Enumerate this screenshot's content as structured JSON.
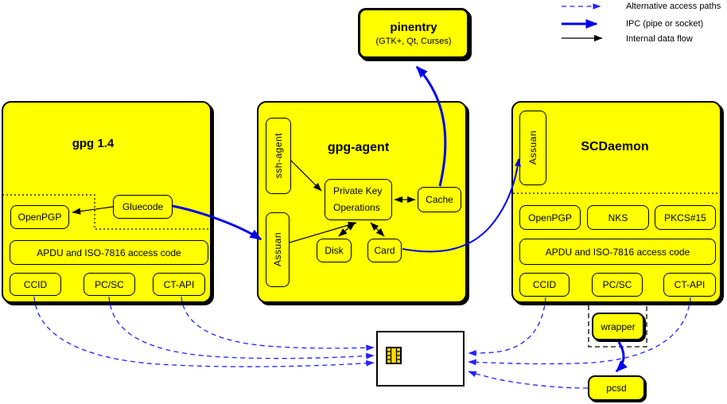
{
  "legend": {
    "alt_label": "Alternative access paths",
    "ipc_label": "IPC (pipe or socket)",
    "internal_label": "Internal data flow"
  },
  "pinentry": {
    "title": "pinentry",
    "subtitle": "(GTK+, Qt, Curses)"
  },
  "gpg14": {
    "title": "gpg 1.4",
    "gluecode": "Gluecode",
    "openpgp": "OpenPGP",
    "apdu": "APDU and ISO-7816 access code",
    "ccid": "CCID",
    "pcsc": "PC/SC",
    "ctapi": "CT-API"
  },
  "agent": {
    "title": "gpg-agent",
    "ssh_agent": "ssh-agent",
    "assuan": "Assuan",
    "private_key_line1": "Private Key",
    "private_key_line2": "Operations",
    "cache": "Cache",
    "disk": "Disk",
    "card": "Card"
  },
  "scd": {
    "title": "SCDaemon",
    "assuan": "Assuan",
    "openpgp": "OpenPGP",
    "nks": "NKS",
    "pkcs15": "PKCS#15",
    "apdu": "APDU and ISO-7816 access code",
    "ccid": "CCID",
    "pcsc": "PC/SC",
    "ctapi": "CT-API"
  },
  "external": {
    "wrapper": "wrapper",
    "pcsd": "pcsd"
  },
  "colors": {
    "node_fill": "#ffff00",
    "ipc_blue": "#0000ee",
    "alt_path_blue": "#2222ff",
    "internal_black": "#000000",
    "smartcard_fill": "#ffffff",
    "chip_gold": "#ffd700"
  }
}
